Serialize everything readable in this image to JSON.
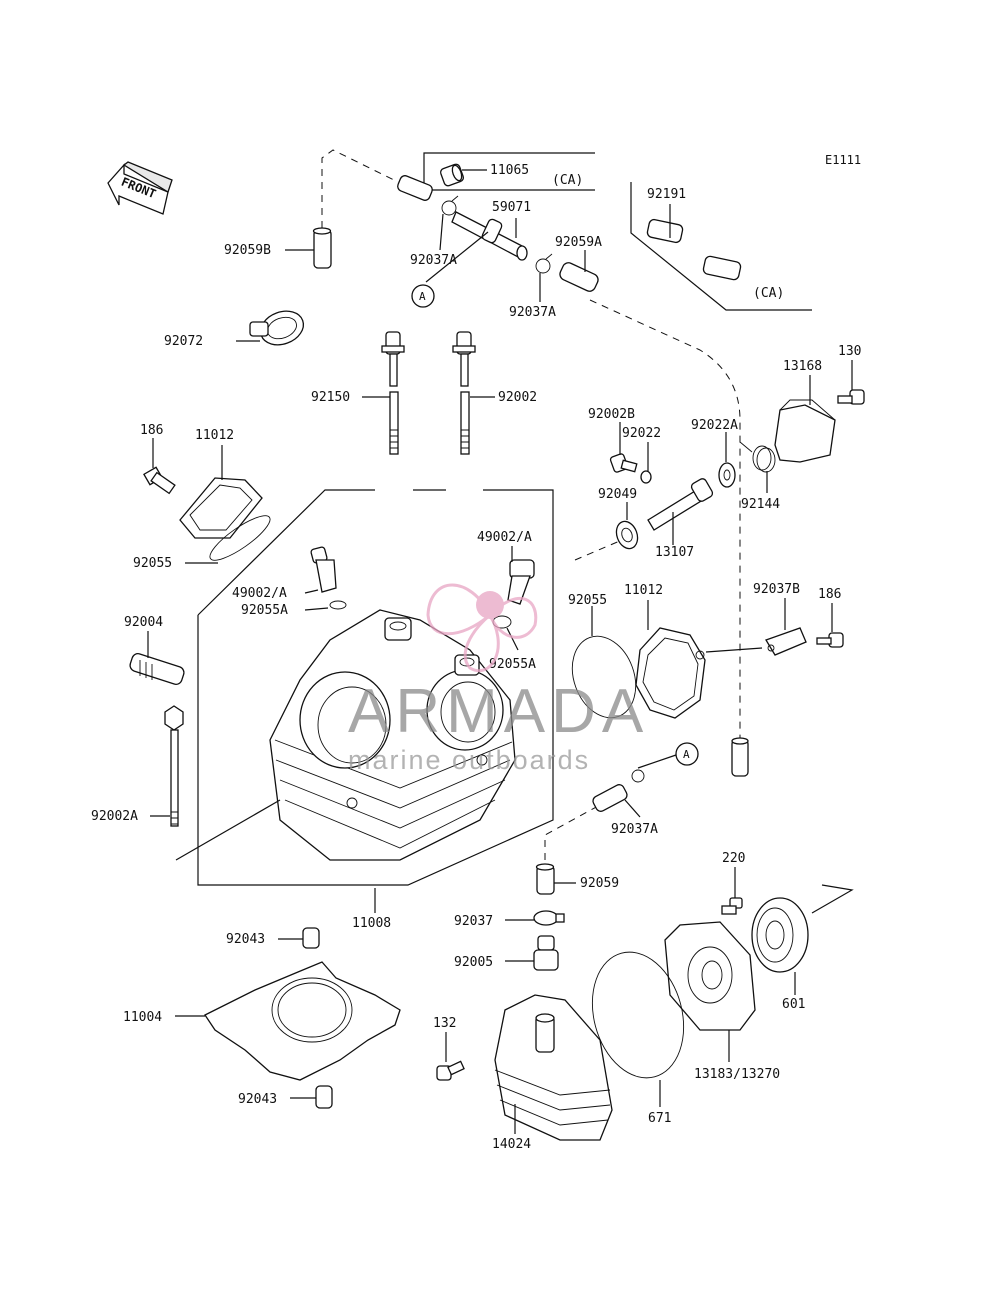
{
  "diagram": {
    "code": "E1111",
    "front_label": "FRONT",
    "ca_note": "(CA)",
    "ref_marker": "A",
    "labels": {
      "p11065": "11065",
      "p59071": "59071",
      "p92191": "92191",
      "p92059B": "92059B",
      "p92037A_top": "92037A",
      "p92059A": "92059A",
      "p92037A_mid": "92037A",
      "p92072": "92072",
      "p130": "130",
      "p13168": "13168",
      "p92150": "92150",
      "p92002": "92002",
      "p186_left": "186",
      "p11012_left": "11012",
      "p92002B": "92002B",
      "p92022": "92022",
      "p92022A": "92022A",
      "p92144": "92144",
      "p92049": "92049",
      "p13107": "13107",
      "p92055_left": "92055",
      "p49002_right": "49002/A",
      "p49002_left": "49002/A",
      "p92055A_left": "92055A",
      "p92055_right": "92055",
      "p11012_right": "11012",
      "p92037B": "92037B",
      "p186_right": "186",
      "p92004": "92004",
      "p92055A_right": "92055A",
      "p92002A": "92002A",
      "p92037A_low": "92037A",
      "p220": "220",
      "p92059": "92059",
      "p11008": "11008",
      "p92037": "92037",
      "p92043_top": "92043",
      "p92005": "92005",
      "p601": "601",
      "p11004": "11004",
      "p132": "132",
      "p13183": "13183/13270",
      "p92043_bottom": "92043",
      "p671": "671",
      "p14024": "14024"
    }
  },
  "watermark": {
    "brand": "ARMADA",
    "tagline": "marine outboards",
    "accent_color": "#e8a5c4"
  }
}
